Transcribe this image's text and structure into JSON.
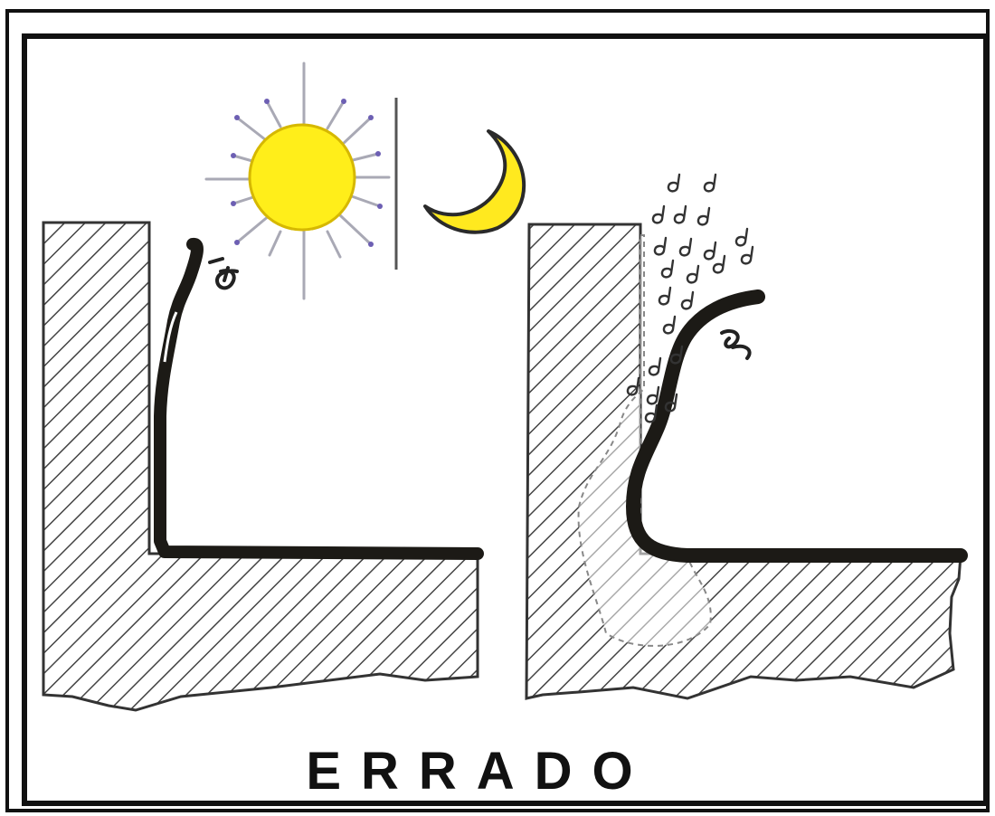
{
  "caption": "ERRADO",
  "colors": {
    "sun": "#ffee1a",
    "sun_outline": "#c9a800",
    "moon": "#ffe91f",
    "ray": "#a9a9b5",
    "ray_tip": "#6d5fb3",
    "hatch": "#444444",
    "membrane": "#1c1a16",
    "frame": "#111111"
  },
  "icons": [
    "sun-icon",
    "moon-icon",
    "rain-drops-icon",
    "separator-line"
  ],
  "panels": [
    {
      "name": "left-detail",
      "condition": "sun-and-moon"
    },
    {
      "name": "right-detail",
      "condition": "rain"
    }
  ]
}
